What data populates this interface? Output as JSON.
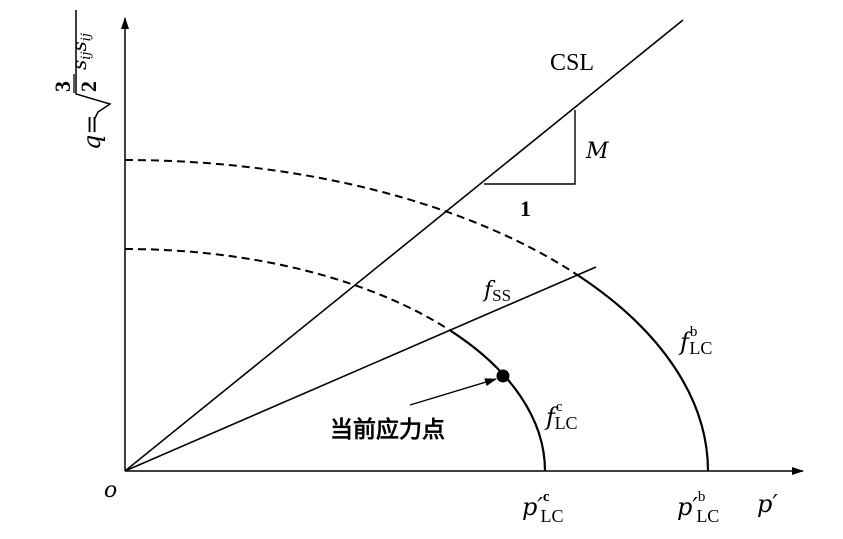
{
  "axes": {
    "origin": "o",
    "x_label": "p′",
    "y_label_lhs": "q=",
    "y_label_num": "3",
    "y_label_den": "2",
    "y_label_tail": "s",
    "y_label_sub": "ij",
    "y_label_tail2": "s",
    "y_label_sub2": "ij"
  },
  "lines": {
    "csl_label": "CSL",
    "slope_label": "M",
    "run_label": "1",
    "fss_main": "f",
    "fss_sub": "SS"
  },
  "surfaces": {
    "inner_main": "f",
    "inner_sup": "c",
    "inner_sub": "LC",
    "outer_main": "f",
    "outer_sup": "b",
    "outer_sub": "LC"
  },
  "ticks": {
    "pc_main": "p′",
    "pc_sup": "c",
    "pc_sub": "LC",
    "pb_main": "p′",
    "pb_sup": "b",
    "pb_sub": "LC"
  },
  "annotation": {
    "current_point": "当前应力点"
  },
  "colors": {
    "ink": "#000000",
    "background": "#ffffff"
  }
}
